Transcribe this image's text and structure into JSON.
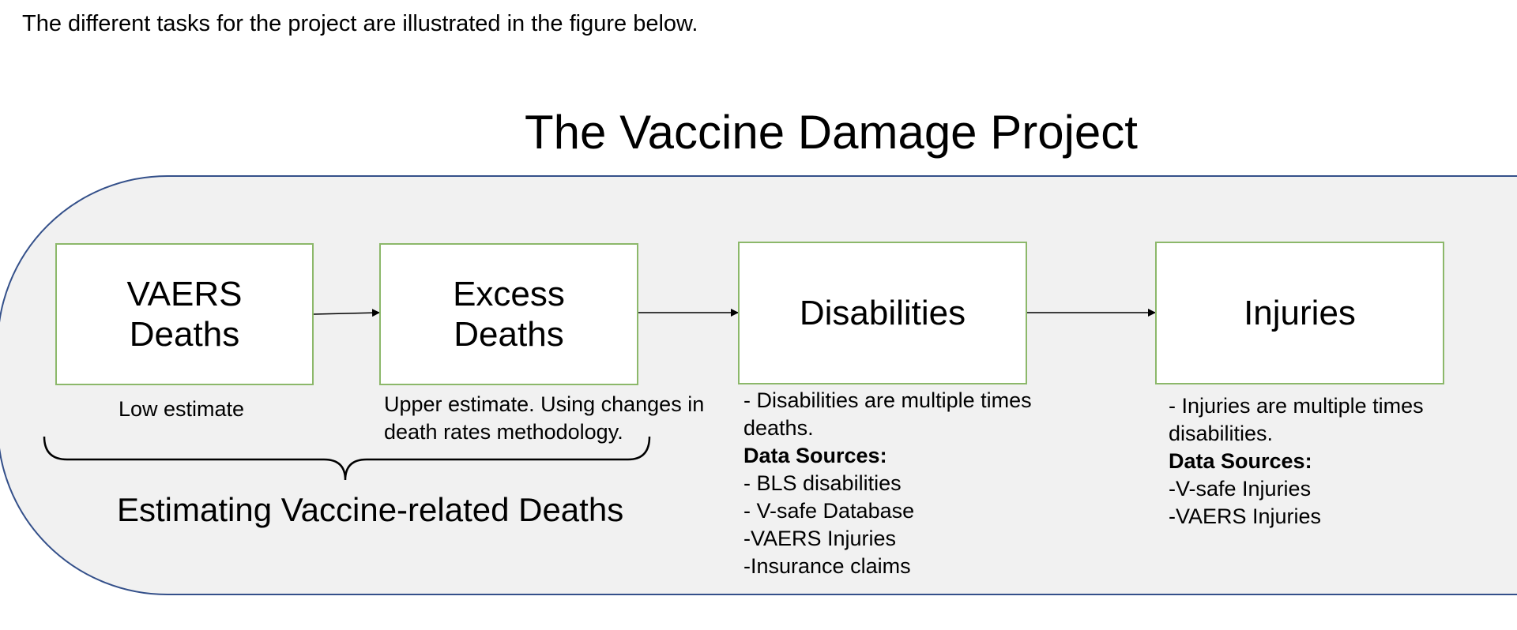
{
  "intro_text": "The different tasks for the project are illustrated in the figure below.",
  "diagram": {
    "title": "The Vaccine Damage Project",
    "colors": {
      "container_fill": "#f1f1f1",
      "container_stroke": "#34508a",
      "box_border": "#8cb86a",
      "arrow": "#000000"
    },
    "boxes": {
      "vaers": {
        "line1": "VAERS",
        "line2": "Deaths"
      },
      "excess": {
        "line1": "Excess",
        "line2": "Deaths"
      },
      "disabilities": {
        "label": "Disabilities"
      },
      "injuries": {
        "label": "Injuries"
      }
    },
    "notes": {
      "vaers": "Low estimate",
      "excess": {
        "line1": "Upper estimate. Using changes in",
        "line2": "death rates methodology."
      },
      "disabilities": {
        "line1": "- Disabilities are multiple times",
        "line2": "deaths.",
        "sources_heading": "Data Sources:",
        "sources": [
          "- BLS disabilities",
          "- V-safe Database",
          "-VAERS Injuries",
          "-Insurance claims"
        ]
      },
      "injuries": {
        "line1": "- Injuries are multiple times",
        "line2": "disabilities.",
        "sources_heading": "Data Sources:",
        "sources": [
          "-V-safe Injuries",
          "-VAERS Injuries"
        ]
      }
    },
    "brace_label": "Estimating Vaccine-related Deaths"
  }
}
